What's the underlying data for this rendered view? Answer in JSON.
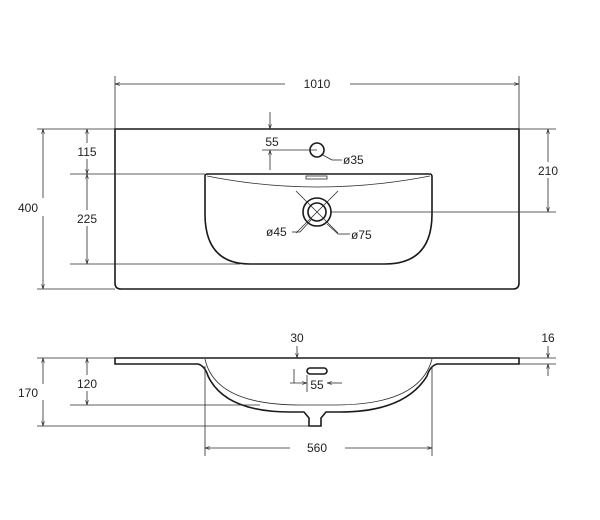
{
  "top_view": {
    "overall_width": "1010",
    "overall_depth": "400",
    "front_to_bowl": "115",
    "bowl_depth": "225",
    "drain_from_back": "210",
    "tap_hole_offset": "55",
    "tap_hole_diameter": "ø35",
    "drain_inner_diameter": "ø45",
    "drain_outer_diameter": "ø75"
  },
  "side_view": {
    "overflow_from_top": "30",
    "slab_thickness": "16",
    "total_height": "170",
    "bowl_height": "120",
    "overflow_size": "55",
    "bowl_width": "560"
  },
  "colors": {
    "line": "#1a1a1a",
    "background": "#ffffff"
  }
}
